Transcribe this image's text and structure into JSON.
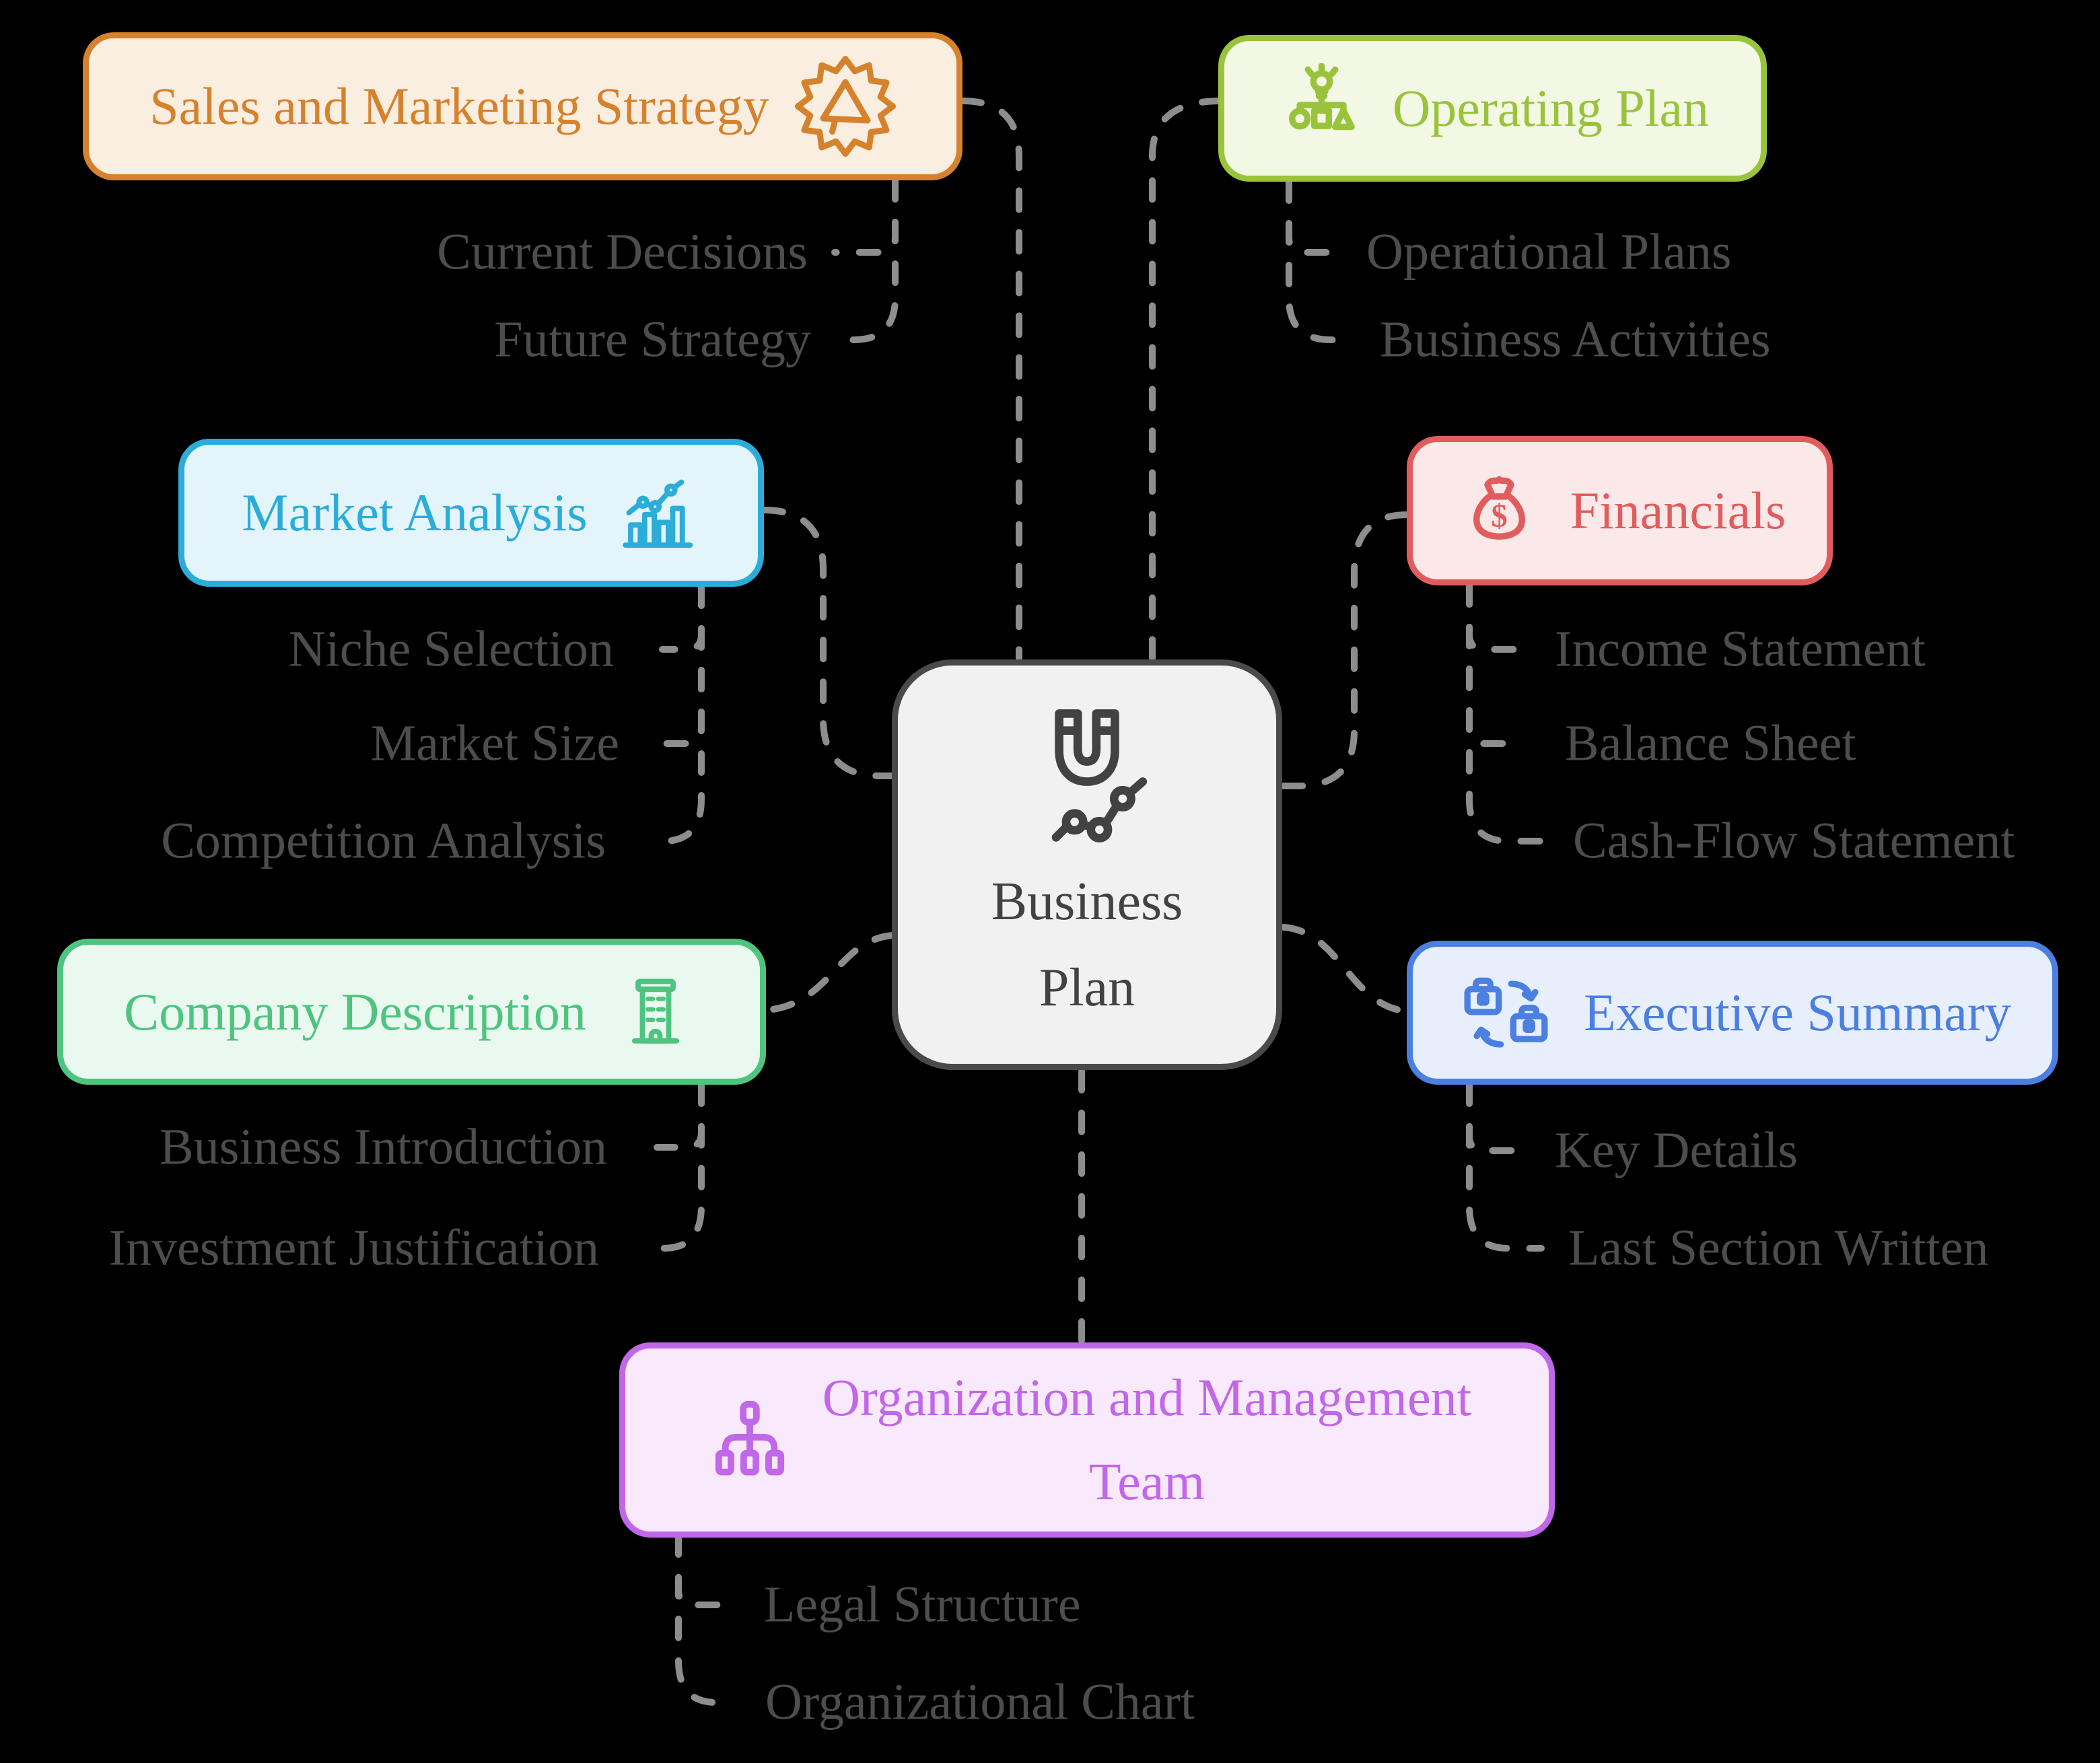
{
  "background": "#000000",
  "connector_color": "#8D8D8D",
  "leaf_text_color": "#4D4D4D",
  "center": {
    "label_lines": [
      "Business",
      "Plan"
    ],
    "icon": "magnet-trend-icon",
    "border": "#4A4A4A",
    "fill": "#F1F1F1",
    "text": "#424242"
  },
  "branches": [
    {
      "id": "sales-marketing",
      "label": "Sales and Marketing Strategy",
      "icon": "megaphone-badge-icon",
      "color": "#D6822D",
      "fill": "#FAEEE1",
      "children": [
        "Current Decisions",
        "Future Strategy"
      ]
    },
    {
      "id": "operating-plan",
      "label": "Operating Plan",
      "icon": "idea-flowchart-icon",
      "color": "#9AC33C",
      "fill": "#F2F8E4",
      "children": [
        "Operational Plans",
        "Business Activities"
      ]
    },
    {
      "id": "market-analysis",
      "label": "Market Analysis",
      "icon": "bar-chart-trend-icon",
      "color": "#2BACD9",
      "fill": "#E3F4FB",
      "children": [
        "Niche Selection",
        "Market Size",
        "Competition Analysis"
      ]
    },
    {
      "id": "financials",
      "label": "Financials",
      "icon": "money-bag-icon",
      "color": "#E15D5D",
      "fill": "#FBE8E8",
      "children": [
        "Income Statement",
        "Balance Sheet",
        "Cash-Flow Statement"
      ]
    },
    {
      "id": "company-description",
      "label": "Company Description",
      "icon": "office-building-icon",
      "color": "#4EC47F",
      "fill": "#E9F9F0",
      "children": [
        "Business Introduction",
        "Investment Justification"
      ]
    },
    {
      "id": "executive-summary",
      "label": "Executive Summary",
      "icon": "briefcase-swap-icon",
      "color": "#4B7FE0",
      "fill": "#E7EEFC",
      "children": [
        "Key Details",
        "Last Section Written"
      ]
    },
    {
      "id": "organization-management",
      "label_lines": [
        "Organization and Management",
        "Team"
      ],
      "icon": "org-chart-icon",
      "color": "#C167E9",
      "fill": "#F8E9FD",
      "children": [
        "Legal Structure",
        "Organizational Chart"
      ]
    }
  ]
}
